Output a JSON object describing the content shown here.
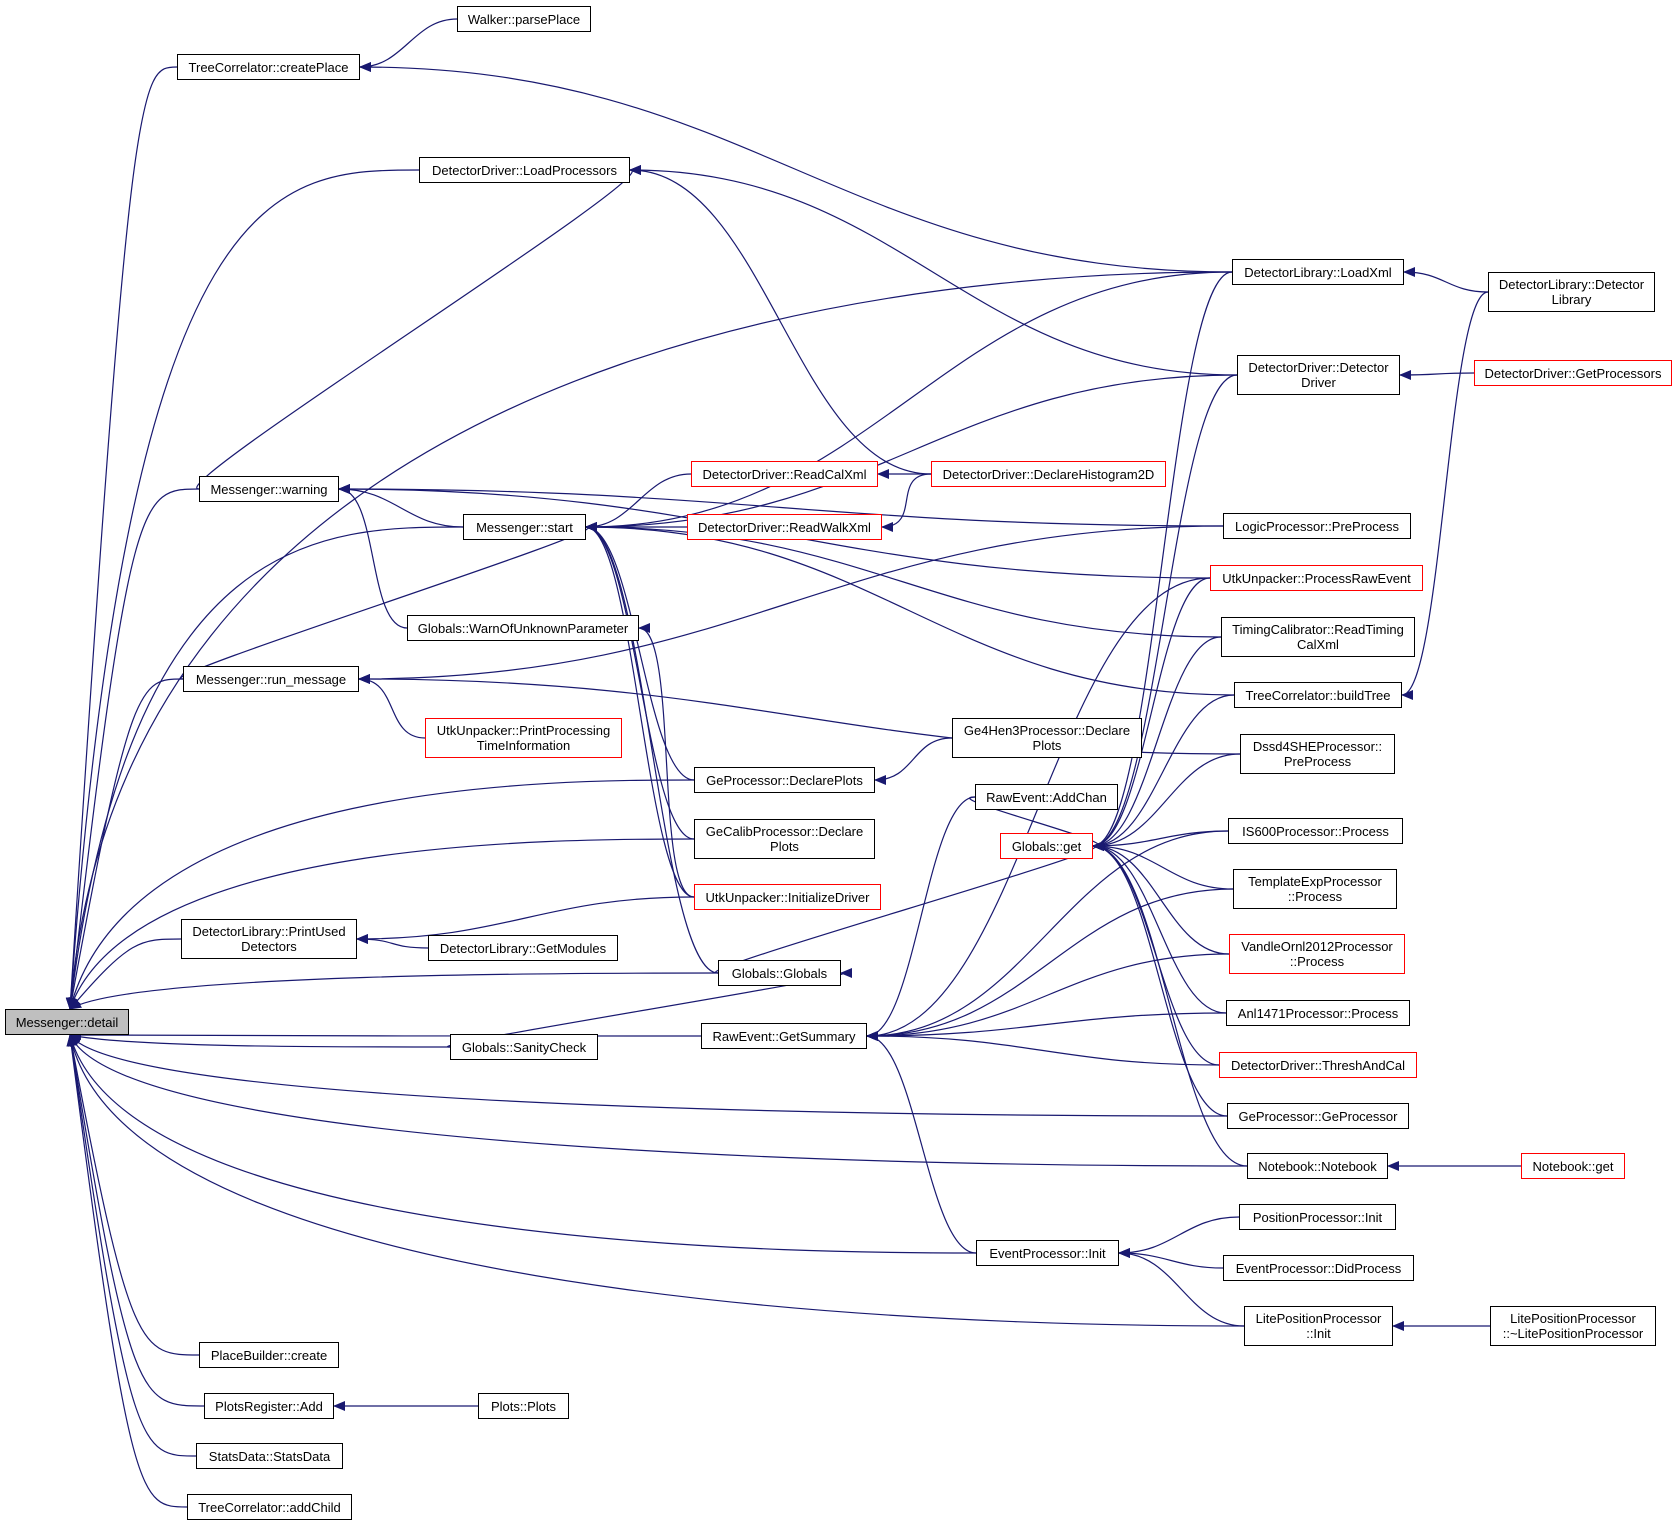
{
  "colors": {
    "edge": "#191970",
    "border": "#000000",
    "red_border": "#ff0000",
    "focus_fill": "#bfbfbf",
    "background": "#ffffff"
  },
  "nodes": [
    {
      "id": "detail",
      "label": "Messenger::detail",
      "style": "focus"
    },
    {
      "id": "createPlace",
      "label": "TreeCorrelator::createPlace"
    },
    {
      "id": "parsePlace",
      "label": "Walker::parsePlace"
    },
    {
      "id": "loadProcessors",
      "label": "DetectorDriver::LoadProcessors"
    },
    {
      "id": "warning",
      "label": "Messenger::warning"
    },
    {
      "id": "start",
      "label": "Messenger::start"
    },
    {
      "id": "runMessage",
      "label": "Messenger::run_message"
    },
    {
      "id": "warnUnknown",
      "label": "Globals::WarnOfUnknownParameter"
    },
    {
      "id": "printProcTime",
      "label": "UtkUnpacker::PrintProcessing\nTimeInformation",
      "style": "red"
    },
    {
      "id": "readCalXml",
      "label": "DetectorDriver::ReadCalXml",
      "style": "red"
    },
    {
      "id": "readWalkXml",
      "label": "DetectorDriver::ReadWalkXml",
      "style": "red"
    },
    {
      "id": "declHist2D",
      "label": "DetectorDriver::DeclareHistogram2D",
      "style": "red"
    },
    {
      "id": "geDeclPlots",
      "label": "GeProcessor::DeclarePlots"
    },
    {
      "id": "ge4hen3",
      "label": "Ge4Hen3Processor::Declare\nPlots"
    },
    {
      "id": "geCalibDecl",
      "label": "GeCalibProcessor::Declare\nPlots"
    },
    {
      "id": "utkInitDriver",
      "label": "UtkUnpacker::InitializeDriver",
      "style": "red"
    },
    {
      "id": "printUsed",
      "label": "DetectorLibrary::PrintUsed\nDetectors"
    },
    {
      "id": "getModules",
      "label": "DetectorLibrary::GetModules"
    },
    {
      "id": "globalsCtor",
      "label": "Globals::Globals"
    },
    {
      "id": "sanityCheck",
      "label": "Globals::SanityCheck"
    },
    {
      "id": "getSummary",
      "label": "RawEvent::GetSummary"
    },
    {
      "id": "addChan",
      "label": "RawEvent::AddChan"
    },
    {
      "id": "globalsGet",
      "label": "Globals::get",
      "style": "red"
    },
    {
      "id": "loadXml",
      "label": "DetectorLibrary::LoadXml"
    },
    {
      "id": "detLibCtor",
      "label": "DetectorLibrary::Detector\nLibrary"
    },
    {
      "id": "detDriverCtor",
      "label": "DetectorDriver::Detector\nDriver"
    },
    {
      "id": "getProcessors",
      "label": "DetectorDriver::GetProcessors",
      "style": "red"
    },
    {
      "id": "logicPre",
      "label": "LogicProcessor::PreProcess"
    },
    {
      "id": "utkProcRaw",
      "label": "UtkUnpacker::ProcessRawEvent",
      "style": "red"
    },
    {
      "id": "timingCal",
      "label": "TimingCalibrator::ReadTiming\nCalXml"
    },
    {
      "id": "buildTree",
      "label": "TreeCorrelator::buildTree"
    },
    {
      "id": "dssd4she",
      "label": "Dssd4SHEProcessor::\nPreProcess"
    },
    {
      "id": "is600",
      "label": "IS600Processor::Process"
    },
    {
      "id": "templateExp",
      "label": "TemplateExpProcessor\n::Process"
    },
    {
      "id": "vandleOrnl",
      "label": "VandleOrnl2012Processor\n::Process",
      "style": "red"
    },
    {
      "id": "anl1471",
      "label": "Anl1471Processor::Process"
    },
    {
      "id": "threshCal",
      "label": "DetectorDriver::ThreshAndCal",
      "style": "red"
    },
    {
      "id": "geProcCtor",
      "label": "GeProcessor::GeProcessor"
    },
    {
      "id": "notebookCtor",
      "label": "Notebook::Notebook"
    },
    {
      "id": "notebookGet",
      "label": "Notebook::get",
      "style": "red"
    },
    {
      "id": "posInit",
      "label": "PositionProcessor::Init"
    },
    {
      "id": "evInit",
      "label": "EventProcessor::Init"
    },
    {
      "id": "didProcess",
      "label": "EventProcessor::DidProcess"
    },
    {
      "id": "litePosInit",
      "label": "LitePositionProcessor\n::Init"
    },
    {
      "id": "litePosDtor",
      "label": "LitePositionProcessor\n::~LitePositionProcessor"
    },
    {
      "id": "placeBuilder",
      "label": "PlaceBuilder::create"
    },
    {
      "id": "plotsAdd",
      "label": "PlotsRegister::Add"
    },
    {
      "id": "plotsCtor",
      "label": "Plots::Plots"
    },
    {
      "id": "statsData",
      "label": "StatsData::StatsData"
    },
    {
      "id": "addChild",
      "label": "TreeCorrelator::addChild"
    }
  ],
  "edges": [
    [
      "createPlace",
      "detail"
    ],
    [
      "loadProcessors",
      "detail"
    ],
    [
      "warning",
      "detail"
    ],
    [
      "start",
      "detail"
    ],
    [
      "runMessage",
      "detail"
    ],
    [
      "geDeclPlots",
      "detail"
    ],
    [
      "geCalibDecl",
      "detail"
    ],
    [
      "printUsed",
      "detail"
    ],
    [
      "globalsCtor",
      "detail"
    ],
    [
      "sanityCheck",
      "detail"
    ],
    [
      "getSummary",
      "detail"
    ],
    [
      "geProcCtor",
      "detail"
    ],
    [
      "notebookCtor",
      "detail"
    ],
    [
      "evInit",
      "detail"
    ],
    [
      "litePosInit",
      "detail"
    ],
    [
      "placeBuilder",
      "detail"
    ],
    [
      "plotsAdd",
      "detail"
    ],
    [
      "statsData",
      "detail"
    ],
    [
      "addChild",
      "detail"
    ],
    [
      "loadXml",
      "detail"
    ],
    [
      "parsePlace",
      "createPlace"
    ],
    [
      "loadXml",
      "createPlace"
    ],
    [
      "detDriverCtor",
      "loadProcessors"
    ],
    [
      "declHist2D",
      "loadProcessors"
    ],
    [
      "warning",
      "loadProcessors"
    ],
    [
      "start",
      "warning"
    ],
    [
      "warnUnknown",
      "warning"
    ],
    [
      "utkProcRaw",
      "warning"
    ],
    [
      "logicPre",
      "warning"
    ],
    [
      "readCalXml",
      "start"
    ],
    [
      "readWalkXml",
      "start"
    ],
    [
      "loadXml",
      "start"
    ],
    [
      "detDriverCtor",
      "start"
    ],
    [
      "timingCal",
      "start"
    ],
    [
      "buildTree",
      "start"
    ],
    [
      "geDeclPlots",
      "start"
    ],
    [
      "geCalibDecl",
      "start"
    ],
    [
      "utkInitDriver",
      "start"
    ],
    [
      "globalsCtor",
      "start"
    ],
    [
      "runMessage",
      "start"
    ],
    [
      "printProcTime",
      "runMessage"
    ],
    [
      "logicPre",
      "runMessage"
    ],
    [
      "dssd4she",
      "runMessage"
    ],
    [
      "utkInitDriver",
      "warnUnknown"
    ],
    [
      "declHist2D",
      "readCalXml"
    ],
    [
      "declHist2D",
      "readWalkXml"
    ],
    [
      "ge4hen3",
      "geDeclPlots"
    ],
    [
      "getModules",
      "printUsed"
    ],
    [
      "utkInitDriver",
      "printUsed"
    ],
    [
      "sanityCheck",
      "globalsCtor"
    ],
    [
      "globalsCtor",
      "globalsGet"
    ],
    [
      "addChan",
      "globalsGet"
    ],
    [
      "loadXml",
      "globalsGet"
    ],
    [
      "detDriverCtor",
      "globalsGet"
    ],
    [
      "utkProcRaw",
      "globalsGet"
    ],
    [
      "timingCal",
      "globalsGet"
    ],
    [
      "buildTree",
      "globalsGet"
    ],
    [
      "dssd4she",
      "globalsGet"
    ],
    [
      "is600",
      "globalsGet"
    ],
    [
      "templateExp",
      "globalsGet"
    ],
    [
      "vandleOrnl",
      "globalsGet"
    ],
    [
      "anl1471",
      "globalsGet"
    ],
    [
      "threshCal",
      "globalsGet"
    ],
    [
      "geProcCtor",
      "globalsGet"
    ],
    [
      "notebookCtor",
      "globalsGet"
    ],
    [
      "addChan",
      "getSummary"
    ],
    [
      "utkProcRaw",
      "getSummary"
    ],
    [
      "is600",
      "getSummary"
    ],
    [
      "templateExp",
      "getSummary"
    ],
    [
      "vandleOrnl",
      "getSummary"
    ],
    [
      "anl1471",
      "getSummary"
    ],
    [
      "threshCal",
      "getSummary"
    ],
    [
      "evInit",
      "getSummary"
    ],
    [
      "detLibCtor",
      "loadXml"
    ],
    [
      "getProcessors",
      "detDriverCtor"
    ],
    [
      "detLibCtor",
      "buildTree"
    ],
    [
      "notebookGet",
      "notebookCtor"
    ],
    [
      "posInit",
      "evInit"
    ],
    [
      "didProcess",
      "evInit"
    ],
    [
      "litePosInit",
      "evInit"
    ],
    [
      "litePosDtor",
      "litePosInit"
    ],
    [
      "plotsCtor",
      "plotsAdd"
    ]
  ]
}
